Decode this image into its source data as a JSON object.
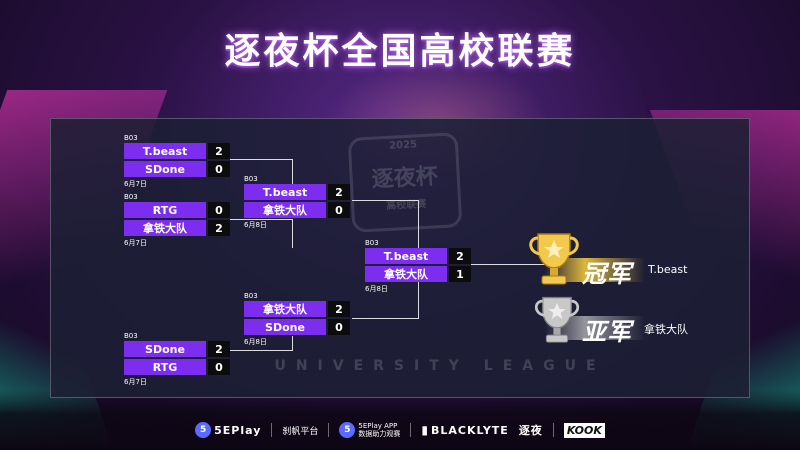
{
  "title": "逐夜杯全国高校联赛",
  "watermark": {
    "year": "2025",
    "logo_text": "逐夜杯",
    "logo_sub": "高校联赛",
    "text": "UNIVERSITY LEAGUE"
  },
  "bracket": {
    "r1_m1": {
      "bo": "B03",
      "date": "6月7日",
      "team1": "T.beast",
      "score1": "2",
      "team2": "SDone",
      "score2": "0"
    },
    "r1_m2": {
      "bo": "B03",
      "date": "6月7日",
      "team1": "RTG",
      "score1": "0",
      "team2": "拿铁大队",
      "score2": "2"
    },
    "r1_m3": {
      "bo": "B03",
      "date": "6月7日",
      "team1": "SDone",
      "score1": "2",
      "team2": "RTG",
      "score2": "0"
    },
    "r2_m1": {
      "bo": "B03",
      "date": "6月8日",
      "team1": "T.beast",
      "score1": "2",
      "team2": "拿铁大队",
      "score2": "0"
    },
    "r2_m2": {
      "bo": "B03",
      "date": "6月8日",
      "team1": "拿铁大队",
      "score1": "2",
      "team2": "SDone",
      "score2": "0"
    },
    "final": {
      "bo": "B03",
      "date": "6月8日",
      "team1": "T.beast",
      "score1": "2",
      "team2": "拿铁大队",
      "score2": "1"
    }
  },
  "results": {
    "champion_label": "冠军",
    "champion_team": "T.beast",
    "runner_up_label": "亚军",
    "runner_up_team": "拿铁大队"
  },
  "sponsors": {
    "s1": "5EPlay",
    "s2": "刹帆平台",
    "s3_top": "5EPlay APP",
    "s3_bottom": "数据助力观赛",
    "s4": "BLACKLYTE",
    "s5": "逐夜",
    "s6": "KOOK"
  },
  "colors": {
    "team_bar": "#7d2df0",
    "score_box": "#0c0c0f",
    "gold": "#f2c94c",
    "silver": "#c8c8c8"
  }
}
